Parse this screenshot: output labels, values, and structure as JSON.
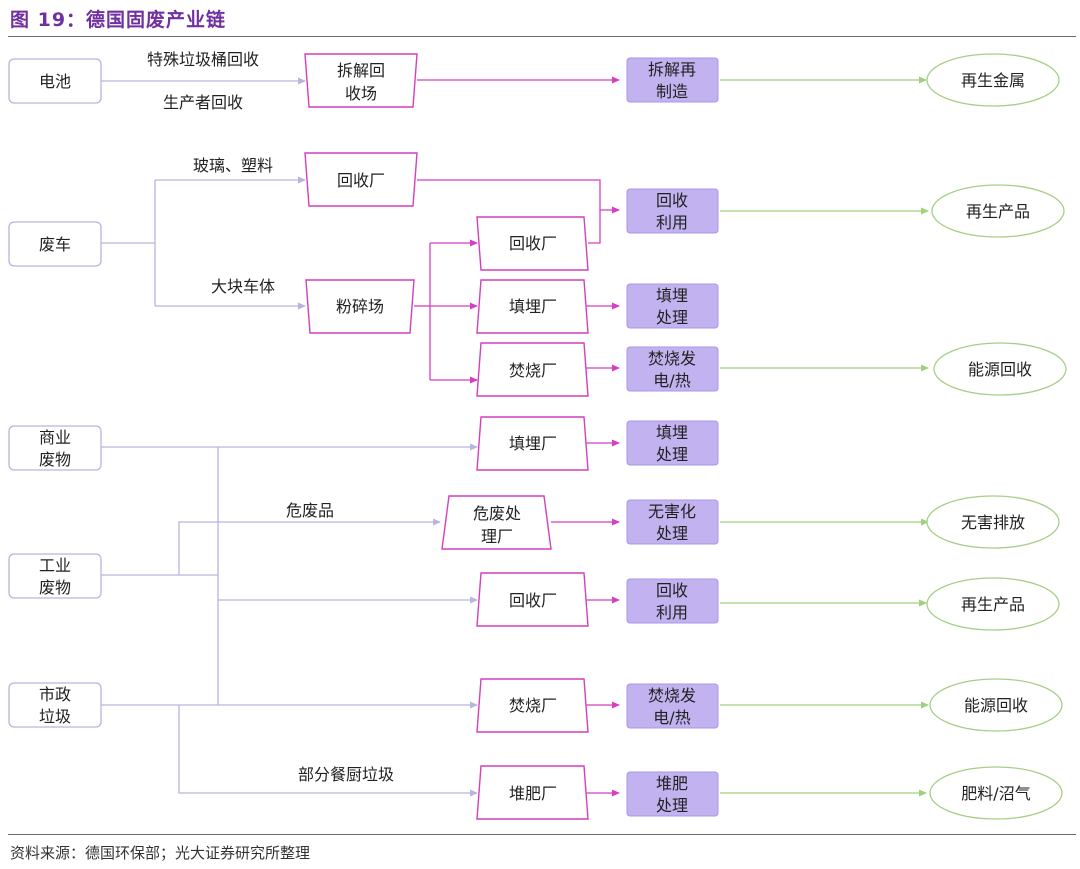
{
  "figure": {
    "title": "图 19：德国固废产业链",
    "source": "资料来源：德国环保部；光大证券研究所整理"
  },
  "colors": {
    "title": "#7030a0",
    "source_box_border": "#b9b4dc",
    "plant_border": "#d33fbd",
    "process_fill": "#c2b2f0",
    "outcome_border": "#a5cf86",
    "link_lavender": "#b9b4dc",
    "link_pink": "#d63fc2",
    "link_green": "#9fd07c"
  },
  "sources": {
    "battery": "电池",
    "scrap_car": "废车",
    "commercial_waste": [
      "商业",
      "废物"
    ],
    "industrial_waste": [
      "工业",
      "废物"
    ],
    "municipal_waste": [
      "市政",
      "垃圾"
    ]
  },
  "edge_labels": {
    "special_bin": "特殊垃圾桶回收",
    "producer_recycle": "生产者回收",
    "glass_plastic": "玻璃、塑料",
    "car_body": "大块车体",
    "hazardous_goods": "危废品",
    "kitchen_waste": "部分餐厨垃圾"
  },
  "plants": {
    "dismantle_recycle": [
      "拆解回",
      "收场"
    ],
    "recycle_1": "回收厂",
    "shredder": "粉碎场",
    "recycle_2": "回收厂",
    "landfill_1": "填埋厂",
    "incinerator_1": "焚烧厂",
    "landfill_2": "填埋厂",
    "hazardous_plant": [
      "危废处",
      "理厂"
    ],
    "recycle_3": "回收厂",
    "incinerator_2": "焚烧厂",
    "compost": "堆肥厂"
  },
  "processes": {
    "dismantle_remake": [
      "拆解再",
      "制造"
    ],
    "recycle_use_1": [
      "回收",
      "利用"
    ],
    "landfill_treat_1": [
      "填埋",
      "处理"
    ],
    "incinerate_power_1": [
      "焚烧发",
      "电/热"
    ],
    "landfill_treat_2": [
      "填埋",
      "处理"
    ],
    "harmless_treat": [
      "无害化",
      "处理"
    ],
    "recycle_use_2": [
      "回收",
      "利用"
    ],
    "incinerate_power_2": [
      "焚烧发",
      "电/热"
    ],
    "compost_treat": [
      "堆肥",
      "处理"
    ]
  },
  "outcomes": {
    "renewed_metal": "再生金属",
    "renewed_product_1": "再生产品",
    "energy_recovery_1": "能源回收",
    "harmless_emission": "无害排放",
    "renewed_product_2": "再生产品",
    "energy_recovery_2": "能源回收",
    "fertilizer_biogas": "肥料/沼气"
  }
}
